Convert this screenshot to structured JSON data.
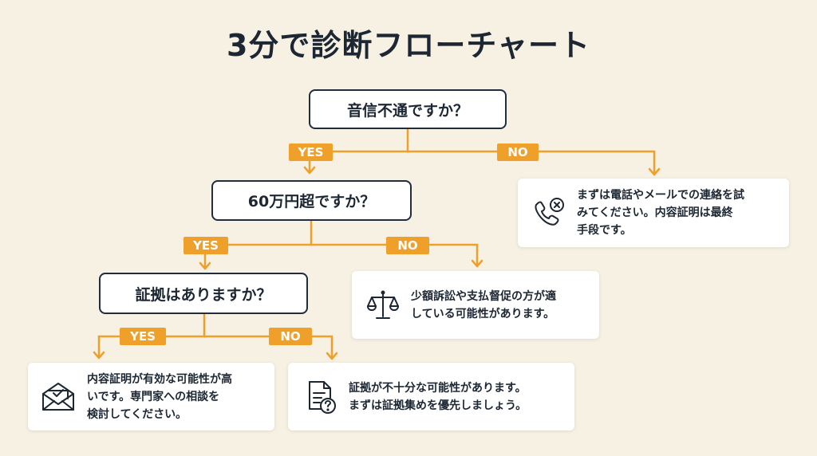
{
  "title": "3分で診断フローチャート",
  "questions": {
    "q1": "音信不通ですか？",
    "q2": "60万円超ですか？",
    "q3": "証拠はありますか？"
  },
  "branch_labels": {
    "yes": "YES",
    "no": "NO"
  },
  "outcomes": {
    "contact_first": {
      "text": "まずは電話やメールでの連絡を試\nみてください。内容証明は最終\n手段です。",
      "icon": "phone-cancel-icon"
    },
    "small_claims": {
      "text": "少額訴訟や支払督促の方が適\nしている可能性があります。",
      "icon": "scales-icon"
    },
    "certified_mail": {
      "text": "内容証明が有効な可能性が高\nいです。専門家への相談を\n検討してください。",
      "icon": "envelope-check-icon"
    },
    "gather_evidence": {
      "text": "証拠が不十分な可能性があります。\nまずは証拠集めを優先しましょう。",
      "icon": "document-question-icon"
    }
  },
  "colors": {
    "background": "#f6f1e3",
    "accent": "#efa02a",
    "text": "#1c2733",
    "box_border": "#1f2d3d"
  }
}
